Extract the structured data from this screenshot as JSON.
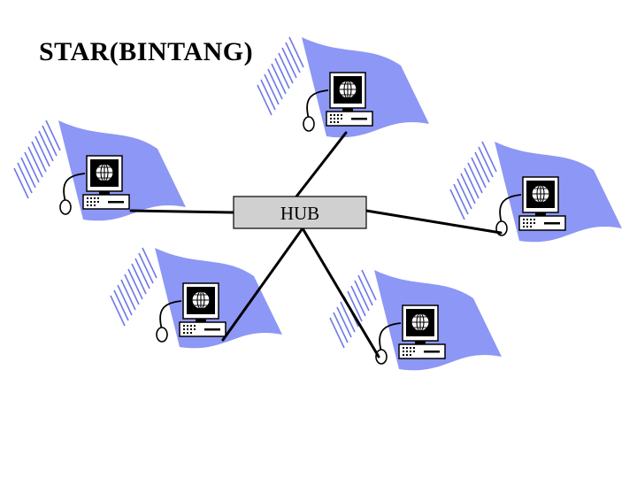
{
  "slide": {
    "title": "STAR(BINTANG)"
  },
  "hub": {
    "label": "HUB",
    "fill": "#d0d0d0"
  },
  "node_style": {
    "flag_color": "#8d97f5",
    "flag_stripe_color": "#6f78e8",
    "link_color": "#000000"
  },
  "nodes": [
    {
      "name": "computer-top"
    },
    {
      "name": "computer-left"
    },
    {
      "name": "computer-right"
    },
    {
      "name": "computer-bottom-left"
    },
    {
      "name": "computer-bottom-right"
    }
  ]
}
